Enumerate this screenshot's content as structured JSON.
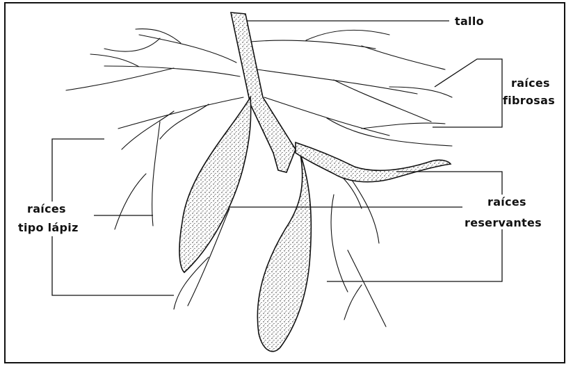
{
  "diagram": {
    "labels": {
      "tallo": "tallo",
      "fibrosas_line1": "raíces",
      "fibrosas_line2": "fibrosas",
      "lapiz_line1": "raíces",
      "lapiz_line2": "tipo lápiz",
      "reservantes_line1": "raíces",
      "reservantes_line2": "reservantes"
    },
    "colors": {
      "ink": "#111111",
      "background": "#ffffff"
    }
  }
}
